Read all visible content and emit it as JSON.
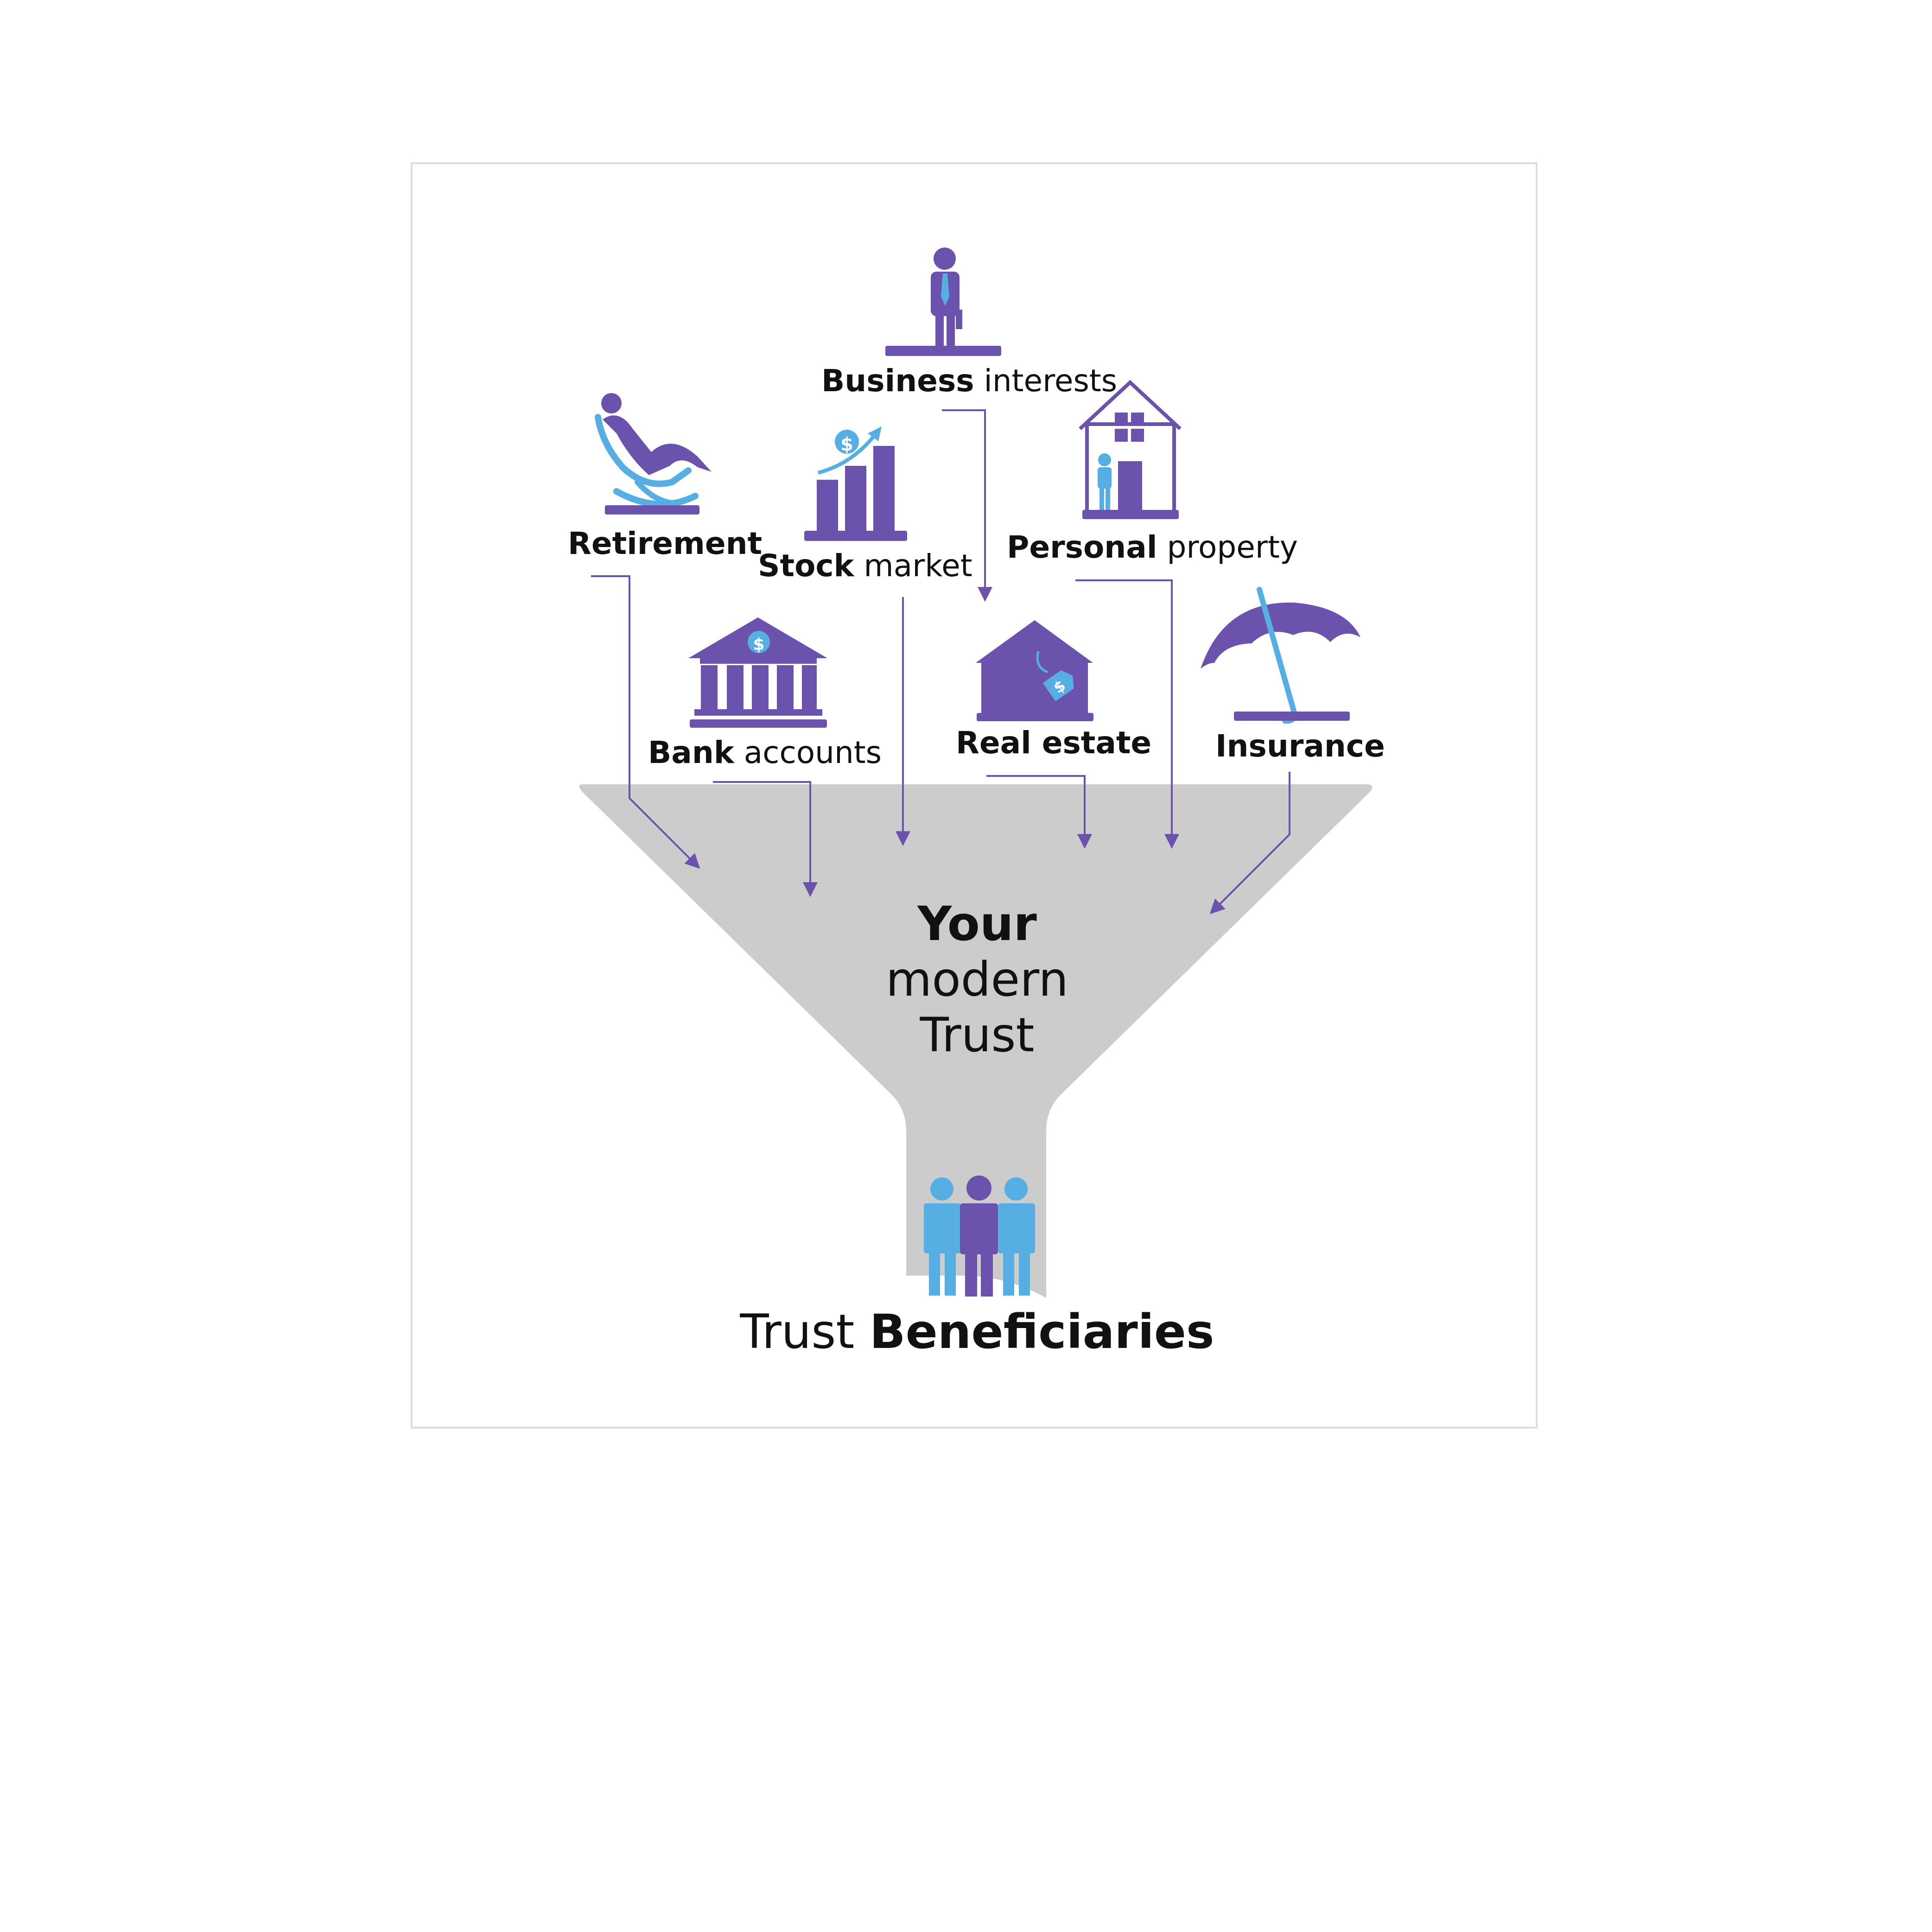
{
  "colors": {
    "purple": "#6b52ad",
    "light_blue": "#56aee3",
    "funnel_gray": "#cccccc",
    "frame_border": "#dddddd",
    "text": "#111111"
  },
  "items": {
    "business": {
      "bold": "Business",
      "normal": " interests",
      "icon": "businessman-icon"
    },
    "retirement": {
      "bold": "Retirement",
      "normal": "",
      "icon": "rocking-chair-icon"
    },
    "stock": {
      "bold": "Stock",
      "normal": " market",
      "icon": "stock-chart-icon"
    },
    "personal": {
      "bold": "Personal",
      "normal": " property",
      "icon": "house-icon"
    },
    "bank": {
      "bold": "Bank",
      "normal": " accounts",
      "icon": "bank-icon"
    },
    "realestate": {
      "bold": "Real estate",
      "normal": "",
      "icon": "real-estate-icon"
    },
    "insurance": {
      "bold": "Insurance",
      "normal": "",
      "icon": "umbrella-icon"
    }
  },
  "center": {
    "line1": "Your",
    "line2": "modern",
    "line3": "Trust"
  },
  "bottom": {
    "normal": "Trust ",
    "bold": "Beneficiaries",
    "icon": "people-group-icon"
  }
}
